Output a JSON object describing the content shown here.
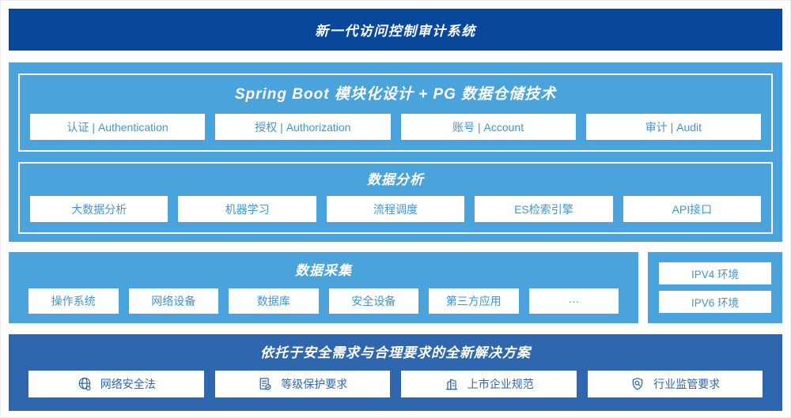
{
  "banner": {
    "title": "新一代访问控制审计系统"
  },
  "platform": {
    "modules": {
      "title": "Spring Boot 模块化设计 + PG 数据仓储技术",
      "items": [
        "认证 | Authentication",
        "授权 | Authorization",
        "账号 | Account",
        "审计 | Audit"
      ]
    },
    "analysis": {
      "title": "数据分析",
      "items": [
        "大数据分析",
        "机器学习",
        "流程调度",
        "ES检索引擎",
        "API接口"
      ]
    }
  },
  "collection": {
    "title": "数据采集",
    "items": [
      "操作系统",
      "网络设备",
      "数据库",
      "安全设备",
      "第三方应用",
      "···"
    ]
  },
  "environments": {
    "items": [
      "IPV4 环境",
      "IPV6 环境"
    ]
  },
  "solution": {
    "title": "依托于安全需求与合理要求的全新解决方案",
    "items": [
      {
        "icon": "globe-icon",
        "label": "网络安全法"
      },
      {
        "icon": "checklist-icon",
        "label": "等级保护要求"
      },
      {
        "icon": "building-icon",
        "label": "上市企业规范"
      },
      {
        "icon": "shield-magnifier-icon",
        "label": "行业监管要求"
      }
    ]
  },
  "colors": {
    "navy": "#07489B",
    "sky": "#4BA3DB",
    "blue": "#2F67AE",
    "chip-text": "#3F97D5",
    "white": "#FFFFFF"
  }
}
